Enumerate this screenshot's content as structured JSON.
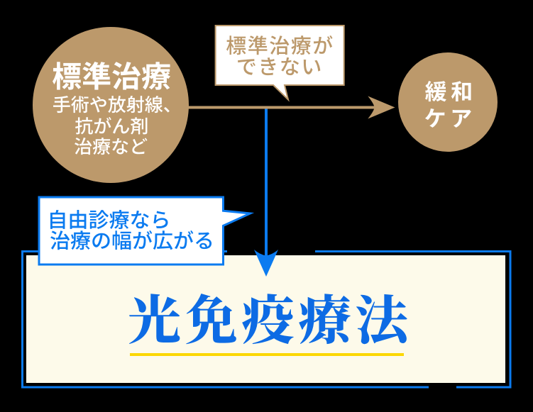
{
  "colors": {
    "background": "#000000",
    "tan": "#bc996b",
    "blue": "#0b7bf0",
    "title_blue": "#0d6be4",
    "cream": "#fdfaea",
    "white": "#ffffff",
    "yellow": "#fcd700"
  },
  "left_circle": {
    "title": "標準治療",
    "sub_lines": [
      "手術や放射線、",
      "抗がん剤",
      "治療など"
    ]
  },
  "top_bubble": {
    "lines": [
      "標準治療が",
      "できない"
    ]
  },
  "right_circle": {
    "lines": [
      "緩和",
      "ケア"
    ]
  },
  "side_bubble": {
    "lines": [
      "自由診療なら",
      "治療の幅が広がる"
    ]
  },
  "main_box": {
    "title": "光免疫療法"
  }
}
